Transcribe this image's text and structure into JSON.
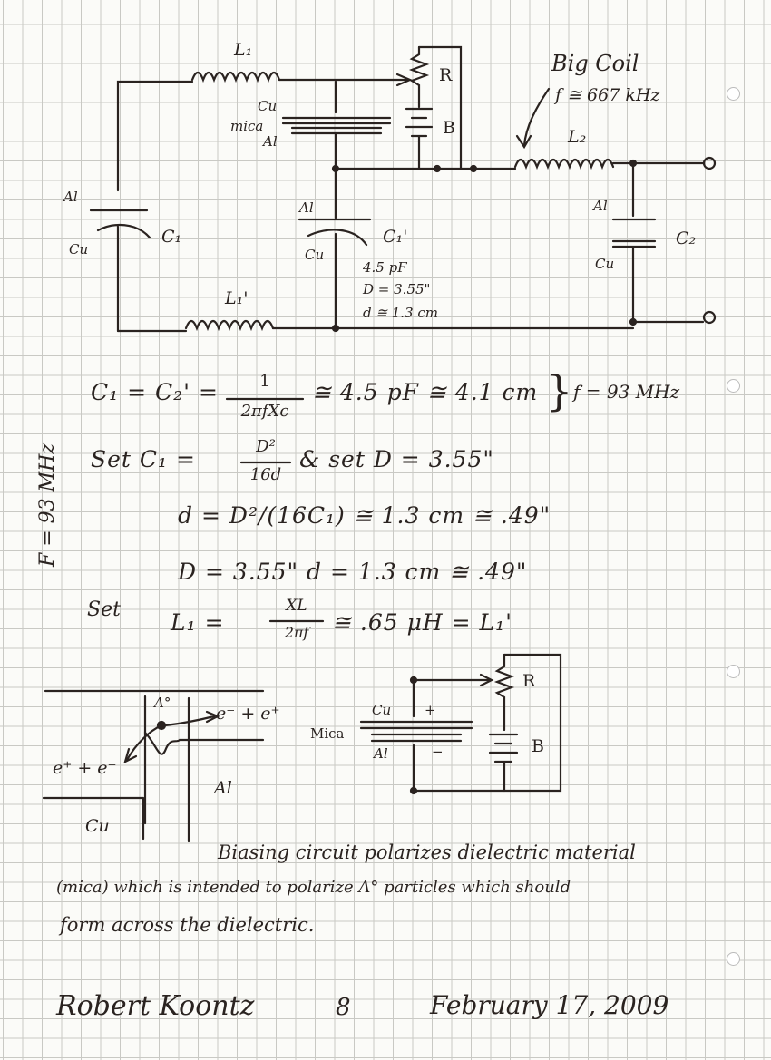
{
  "schematic": {
    "L1": "L₁",
    "L1_prime": "L₁'",
    "L2": "L₂",
    "R": "R",
    "B": "B",
    "cu_top": "Cu",
    "mica_top": "mica",
    "al_top": "Al",
    "al_c1": "Al",
    "cu_c1": "Cu",
    "C1": "C₁",
    "al_c1p": "Al",
    "cu_c1p": "Cu",
    "C1p": "C₁'",
    "c1p_value": "4.5 pF",
    "c1p_D": "D = 3.55\"",
    "c1p_d": "d ≅ 1.3 cm",
    "al_c2": "Al",
    "cu_c2": "Cu",
    "C2": "C₂",
    "big_coil": "Big Coil",
    "big_coil_freq": "f ≅ 667 kHz"
  },
  "equations": {
    "line1_left": "C₁ = C₂' =",
    "line1_num": "1",
    "line1_den": "2πfXc",
    "line1_right": "≅ 4.5 pF ≅ 4.1 cm",
    "line1_brace": "}",
    "line1_freq": "f = 93 MHz",
    "line2_left": "Set  C₁ =",
    "line2_num": "D²",
    "line2_den": "16d",
    "line2_right": "& set  D = 3.55\"",
    "line3": "d = D²/(16C₁) ≅ 1.3 cm ≅ .49\"",
    "line4": "D = 3.55\"  d = 1.3 cm ≅ .49\"",
    "line5_set": "Set",
    "line5_left": "L₁ =",
    "line5_num": "XL",
    "line5_den": "2πf",
    "line5_right": "≅ .65 μH = L₁'",
    "side_note": "F = 93 MHz"
  },
  "lower": {
    "lambda": "Λ°",
    "pair_right": "e⁻ + e⁺",
    "pair_left": "e⁺ + e⁻",
    "cu": "Cu",
    "al": "Al",
    "cu_cap": "Cu",
    "plus": "+",
    "minus": "−",
    "mica": "Mica",
    "al_cap": "Al",
    "R": "R",
    "B": "B"
  },
  "note": {
    "line1": "Biasing circuit polarizes dielectric material",
    "line2": "(mica) which is intended to polarize Λ° particles which should",
    "line3": "form across the dielectric."
  },
  "signature": {
    "name": "Robert Koontz",
    "page": "8",
    "date": "February 17, 2009"
  }
}
